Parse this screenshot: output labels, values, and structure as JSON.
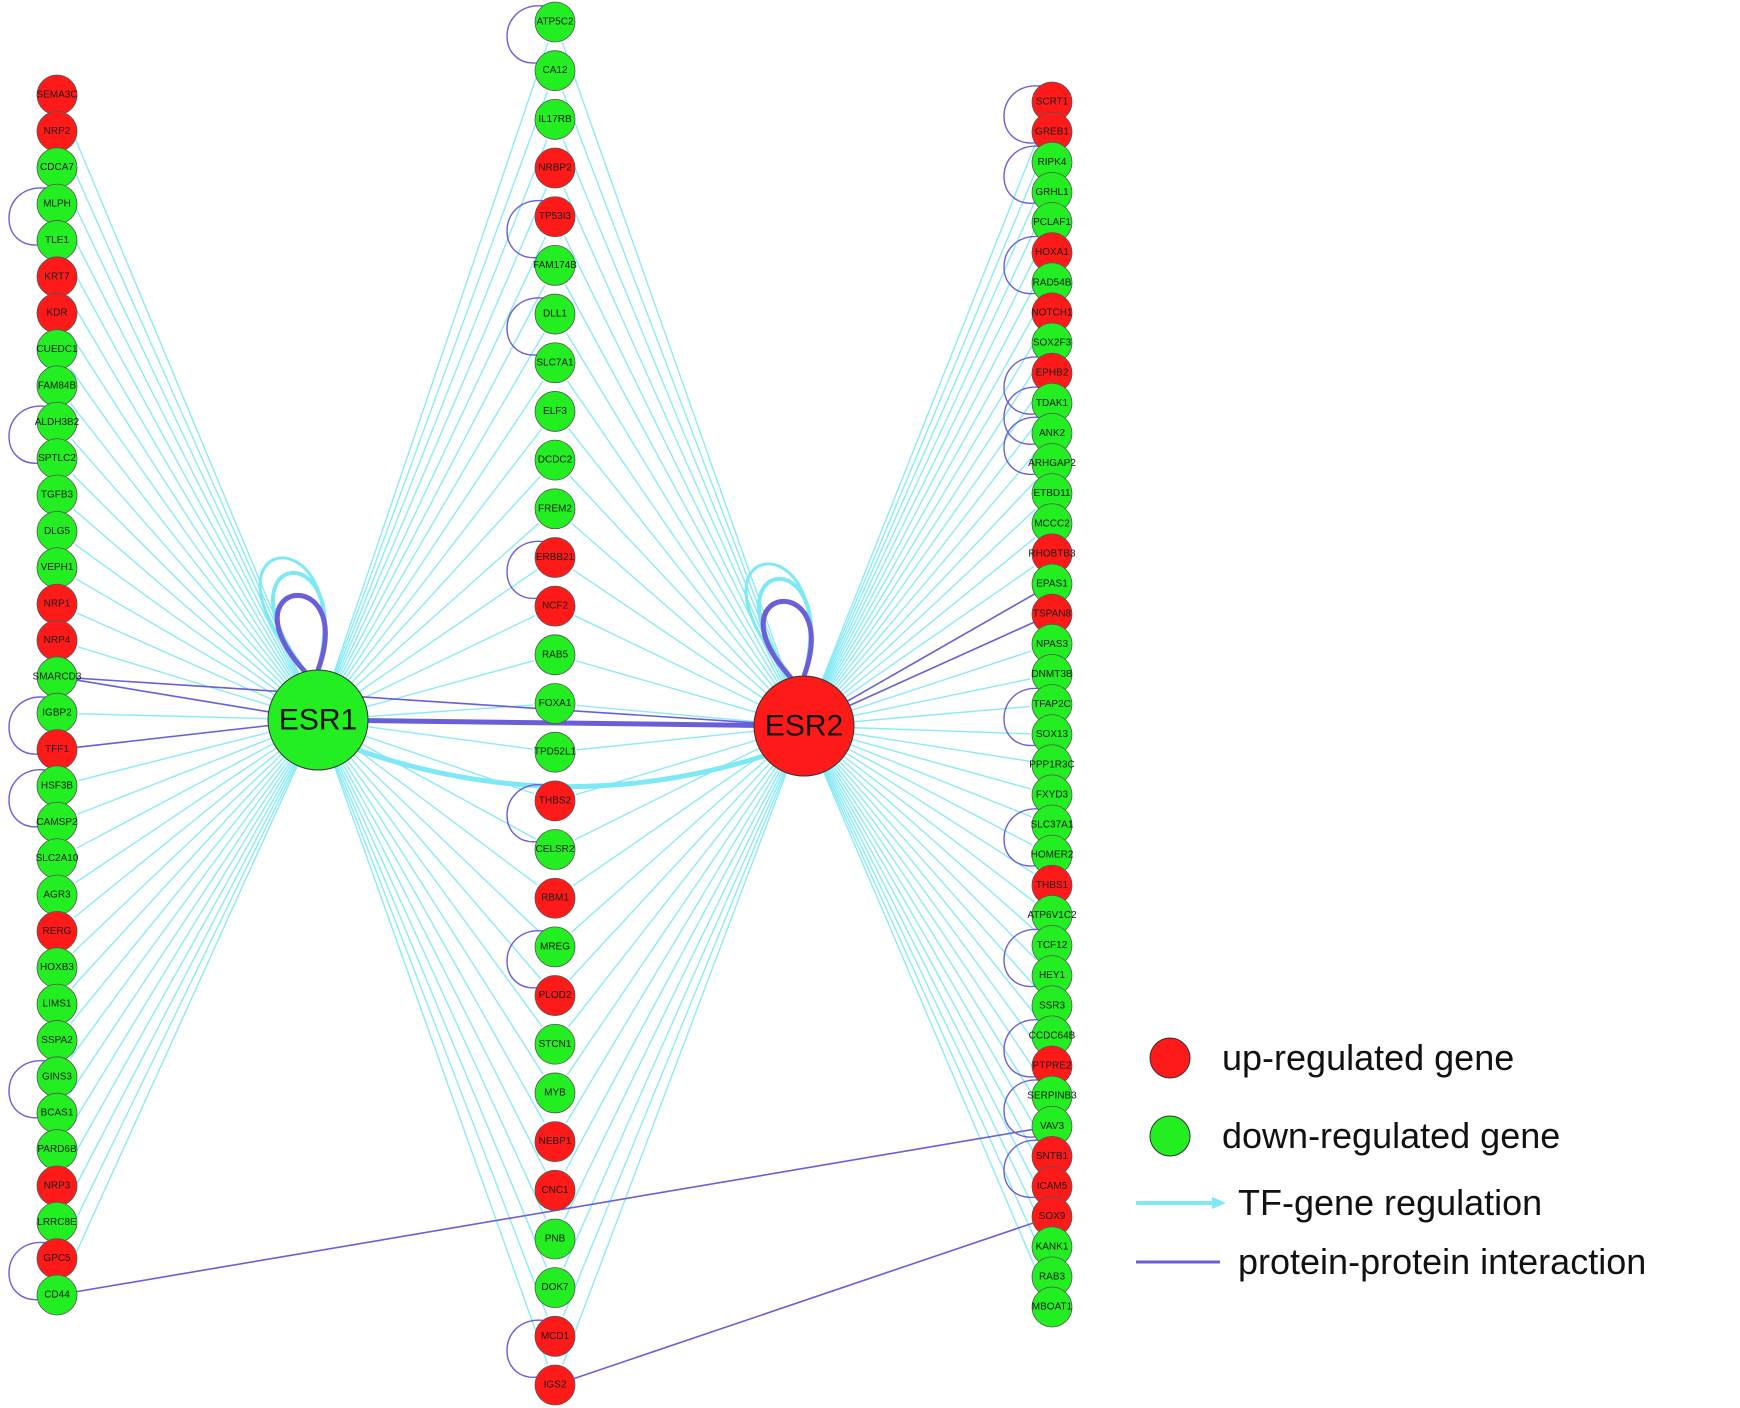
{
  "colors": {
    "up": "#ff1a1a",
    "down": "#22ee22",
    "tf_edge": "#7fe8f5",
    "ppi_edge": "#6a5fd8"
  },
  "hubs": [
    {
      "id": "ESR1",
      "label": "ESR1",
      "regulation": "down"
    },
    {
      "id": "ESR2",
      "label": "ESR2",
      "regulation": "up"
    }
  ],
  "columns": [
    {
      "name": "left",
      "genes": [
        {
          "label": "SEMA3C",
          "regulation": "up"
        },
        {
          "label": "NRP2",
          "regulation": "up"
        },
        {
          "label": "CDCA7",
          "regulation": "down"
        },
        {
          "label": "MLPH",
          "regulation": "down"
        },
        {
          "label": "TLE1",
          "regulation": "down"
        },
        {
          "label": "KRT7",
          "regulation": "up"
        },
        {
          "label": "KDR",
          "regulation": "up"
        },
        {
          "label": "CUEDC1",
          "regulation": "down"
        },
        {
          "label": "FAM84B",
          "regulation": "down"
        },
        {
          "label": "ALDH3B2",
          "regulation": "down"
        },
        {
          "label": "SPTLC2",
          "regulation": "down"
        },
        {
          "label": "TGFB3",
          "regulation": "down"
        },
        {
          "label": "DLG5",
          "regulation": "down"
        },
        {
          "label": "VEPH1",
          "regulation": "down"
        },
        {
          "label": "NRP1",
          "regulation": "up"
        },
        {
          "label": "NRP4",
          "regulation": "up"
        },
        {
          "label": "SMARCD3",
          "regulation": "down"
        },
        {
          "label": "IGBP2",
          "regulation": "down"
        },
        {
          "label": "TFF1",
          "regulation": "up"
        },
        {
          "label": "HSF3B",
          "regulation": "down"
        },
        {
          "label": "CAMSP2",
          "regulation": "down"
        },
        {
          "label": "SLC2A10",
          "regulation": "down"
        },
        {
          "label": "AGR3",
          "regulation": "down"
        },
        {
          "label": "RERG",
          "regulation": "up"
        },
        {
          "label": "HOXB3",
          "regulation": "down"
        },
        {
          "label": "LIMS1",
          "regulation": "down"
        },
        {
          "label": "SSPA2",
          "regulation": "down"
        },
        {
          "label": "GINS3",
          "regulation": "down"
        },
        {
          "label": "BCAS1",
          "regulation": "down"
        },
        {
          "label": "PARD6B",
          "regulation": "down"
        },
        {
          "label": "NRP3",
          "regulation": "up"
        },
        {
          "label": "LRRC8E",
          "regulation": "down"
        },
        {
          "label": "GPC5",
          "regulation": "up"
        },
        {
          "label": "CD44",
          "regulation": "down"
        }
      ]
    },
    {
      "name": "middle",
      "genes": [
        {
          "label": "ATP5C2",
          "regulation": "down"
        },
        {
          "label": "CA12",
          "regulation": "down"
        },
        {
          "label": "IL17RB",
          "regulation": "down"
        },
        {
          "label": "NRBP2",
          "regulation": "up"
        },
        {
          "label": "TP53I3",
          "regulation": "up"
        },
        {
          "label": "FAM174B",
          "regulation": "down"
        },
        {
          "label": "DLL1",
          "regulation": "down"
        },
        {
          "label": "SLC7A1",
          "regulation": "down"
        },
        {
          "label": "ELF3",
          "regulation": "down"
        },
        {
          "label": "DCDC2",
          "regulation": "down"
        },
        {
          "label": "FREM2",
          "regulation": "down"
        },
        {
          "label": "ERBB21",
          "regulation": "up"
        },
        {
          "label": "NCF2",
          "regulation": "up"
        },
        {
          "label": "RAB5",
          "regulation": "down"
        },
        {
          "label": "FOXA1",
          "regulation": "down"
        },
        {
          "label": "TPD52L1",
          "regulation": "down"
        },
        {
          "label": "THBS2",
          "regulation": "up"
        },
        {
          "label": "CELSR2",
          "regulation": "down"
        },
        {
          "label": "RBM1",
          "regulation": "up"
        },
        {
          "label": "MREG",
          "regulation": "down"
        },
        {
          "label": "PLOD2",
          "regulation": "up"
        },
        {
          "label": "STCN1",
          "regulation": "down"
        },
        {
          "label": "MYB",
          "regulation": "down"
        },
        {
          "label": "NEBP1",
          "regulation": "up"
        },
        {
          "label": "CNC1",
          "regulation": "up"
        },
        {
          "label": "PNB",
          "regulation": "down"
        },
        {
          "label": "DOK7",
          "regulation": "down"
        },
        {
          "label": "MCD1",
          "regulation": "up"
        },
        {
          "label": "IGS2",
          "regulation": "up"
        }
      ]
    },
    {
      "name": "right",
      "genes": [
        {
          "label": "SCRT1",
          "regulation": "up"
        },
        {
          "label": "GREB1",
          "regulation": "up"
        },
        {
          "label": "RIPK4",
          "regulation": "down"
        },
        {
          "label": "GRHL1",
          "regulation": "down"
        },
        {
          "label": "PCLAF1",
          "regulation": "down"
        },
        {
          "label": "HOXA1",
          "regulation": "up"
        },
        {
          "label": "RAD54B",
          "regulation": "down"
        },
        {
          "label": "NOTCH1",
          "regulation": "up"
        },
        {
          "label": "SOX2F3",
          "regulation": "down"
        },
        {
          "label": "EPHB2",
          "regulation": "up"
        },
        {
          "label": "TDAK1",
          "regulation": "down"
        },
        {
          "label": "ANK2",
          "regulation": "down"
        },
        {
          "label": "ARHGAP2",
          "regulation": "down"
        },
        {
          "label": "ETBD11",
          "regulation": "down"
        },
        {
          "label": "MCCC2",
          "regulation": "down"
        },
        {
          "label": "RHOBTB3",
          "regulation": "up"
        },
        {
          "label": "EPAS1",
          "regulation": "down"
        },
        {
          "label": "TSPAN8",
          "regulation": "up"
        },
        {
          "label": "NPAS3",
          "regulation": "down"
        },
        {
          "label": "DNMT3B",
          "regulation": "down"
        },
        {
          "label": "TFAP2C",
          "regulation": "down"
        },
        {
          "label": "SOX13",
          "regulation": "down"
        },
        {
          "label": "PPP1R3C",
          "regulation": "down"
        },
        {
          "label": "FXYD3",
          "regulation": "down"
        },
        {
          "label": "SLC37A1",
          "regulation": "down"
        },
        {
          "label": "HOMER2",
          "regulation": "down"
        },
        {
          "label": "THBS1",
          "regulation": "up"
        },
        {
          "label": "ATP6V1C2",
          "regulation": "down"
        },
        {
          "label": "TCF12",
          "regulation": "down"
        },
        {
          "label": "HEY1",
          "regulation": "down"
        },
        {
          "label": "SSR3",
          "regulation": "down"
        },
        {
          "label": "CCDC64B",
          "regulation": "down"
        },
        {
          "label": "PTPRE2",
          "regulation": "up"
        },
        {
          "label": "SERPINB3",
          "regulation": "down"
        },
        {
          "label": "VAV3",
          "regulation": "down"
        },
        {
          "label": "SNTB1",
          "regulation": "up"
        },
        {
          "label": "ICAM5",
          "regulation": "up"
        },
        {
          "label": "SOX9",
          "regulation": "up"
        },
        {
          "label": "KANK1",
          "regulation": "down"
        },
        {
          "label": "RAB3",
          "regulation": "down"
        },
        {
          "label": "MBOAT1",
          "regulation": "down"
        }
      ]
    }
  ],
  "legend": [
    {
      "kind": "up-node",
      "label": "up-regulated gene"
    },
    {
      "kind": "down-node",
      "label": "down-regulated gene"
    },
    {
      "kind": "tf-edge",
      "label": "TF-gene regulation"
    },
    {
      "kind": "ppi-edge",
      "label": "protein-protein interaction"
    }
  ]
}
